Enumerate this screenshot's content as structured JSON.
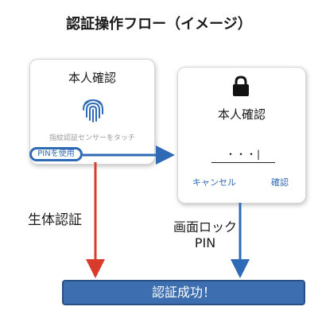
{
  "title": "認証操作フロー（イメージ）",
  "biometric_dialog": {
    "title": "本人確認",
    "icon": "fingerprint-icon",
    "sensor_text": "指紋認証センサーをタッチ",
    "pin_button": "PINを使用"
  },
  "pin_dialog": {
    "title": "本人確認",
    "icon": "lock-icon",
    "pin_value": "・・・|",
    "cancel_button": "キャンセル",
    "confirm_button": "確認"
  },
  "flows": {
    "biometric_label": "生体認証",
    "screen_lock_label_1": "画面ロック",
    "screen_lock_label_2": "PIN"
  },
  "result": "認証成功！",
  "colors": {
    "accent_blue": "#2e6ab5",
    "biometric_arrow": "#d93a2b",
    "result_box": "#3d6fb0"
  }
}
